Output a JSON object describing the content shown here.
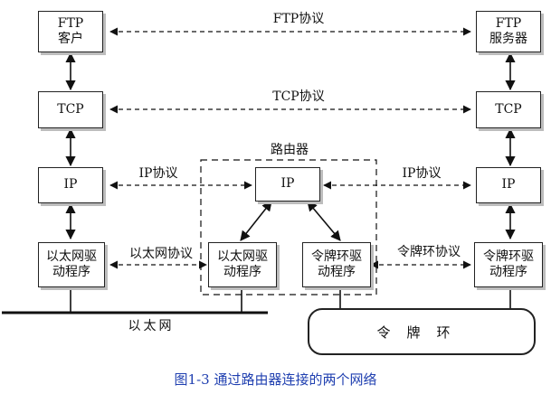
{
  "boxes": {
    "ftp_client": [
      "FTP",
      "客户"
    ],
    "ftp_server": [
      "FTP",
      "服务器"
    ],
    "tcp_left": [
      "TCP"
    ],
    "tcp_right": [
      "TCP"
    ],
    "ip_left": [
      "IP"
    ],
    "ip_router": [
      "IP"
    ],
    "ip_right": [
      "IP"
    ],
    "eth_driver_left": [
      "以太网驱",
      "动程序"
    ],
    "eth_driver_router": [
      "以太网驱",
      "动程序"
    ],
    "token_driver_router": [
      "令牌环驱",
      "动程序"
    ],
    "token_driver_right": [
      "令牌环驱",
      "动程序"
    ]
  },
  "labels": {
    "ftp_protocol": "FTP协议",
    "tcp_protocol": "TCP协议",
    "router": "路由器",
    "ip_protocol_left": "IP协议",
    "ip_protocol_right": "IP协议",
    "ethernet_protocol": "以太网协议",
    "token_ring_protocol": "令牌环协议",
    "ethernet": "以太网",
    "token_ring": "令牌环"
  },
  "caption": "图1-3   通过路由器连接的两个网络"
}
